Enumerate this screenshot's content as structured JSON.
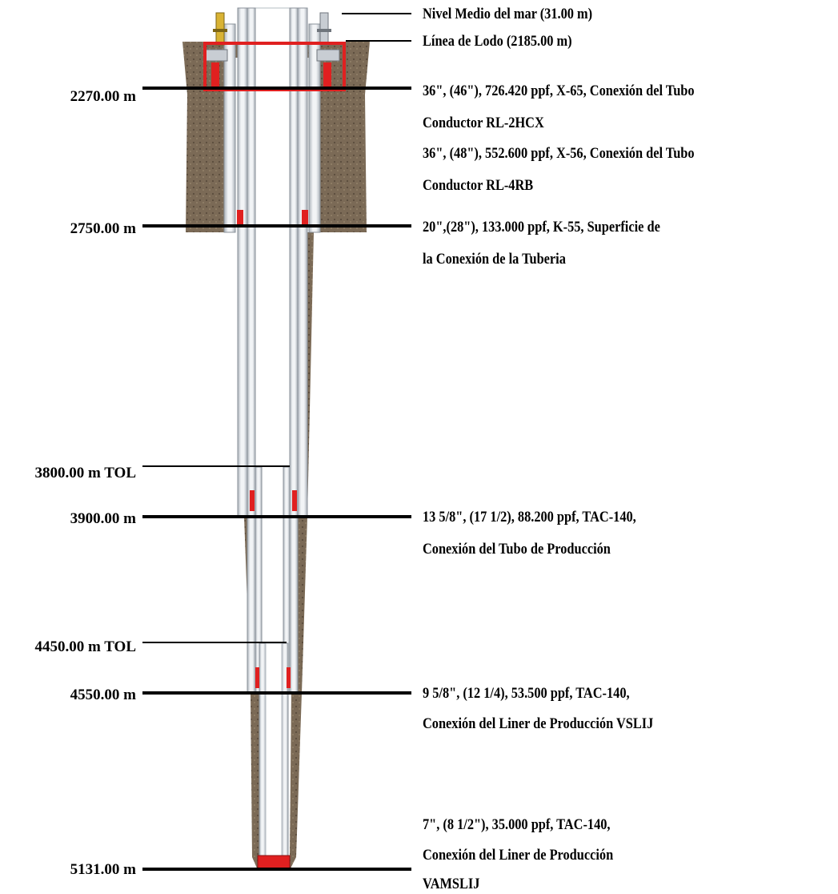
{
  "colors": {
    "formation": "#7b6a56",
    "formation_dark": "#5a4c3c",
    "casing": "#d8dde3",
    "casing_edge": "#8a9199",
    "cement": "#c8bda8",
    "highlight": "#e02020",
    "text": "#000000"
  },
  "surface_labels": [
    "Nivel Medio del mar (31.00 m)",
    "Línea de Lodo (2185.00 m)"
  ],
  "depths": [
    "2270.00 m",
    "2750.00 m",
    "3800.00 m TOL",
    "3900.00 m",
    "4450.00 m TOL",
    "4550.00 m",
    "5131.00 m"
  ],
  "casing_strings": [
    {
      "lines": [
        "36\", (46\"), 726.420 ppf, X-65, Conexión del Tubo",
        "Conductor RL-2HCX"
      ]
    },
    {
      "lines": [
        "36\", (48\"), 552.600 ppf, X-56, Conexión del Tubo",
        "Conductor RL-4RB"
      ]
    },
    {
      "lines": [
        "20\",(28\"), 133.000 ppf, K-55, Superficie de",
        "la Conexión de la Tuberia"
      ]
    },
    {
      "lines": [
        "13 5/8\", (17 1/2), 88.200 ppf, TAC-140,",
        "Conexión del Tubo de Producción"
      ]
    },
    {
      "lines": [
        "9 5/8\", (12 1/4), 53.500 ppf, TAC-140,",
        "Conexión del Liner de Producción VSLIJ"
      ]
    },
    {
      "lines": [
        "7\", (8 1/2\"), 35.000 ppf, TAC-140,",
        "Conexión del Liner de Producción",
        "VAMSLIJ"
      ]
    }
  ]
}
